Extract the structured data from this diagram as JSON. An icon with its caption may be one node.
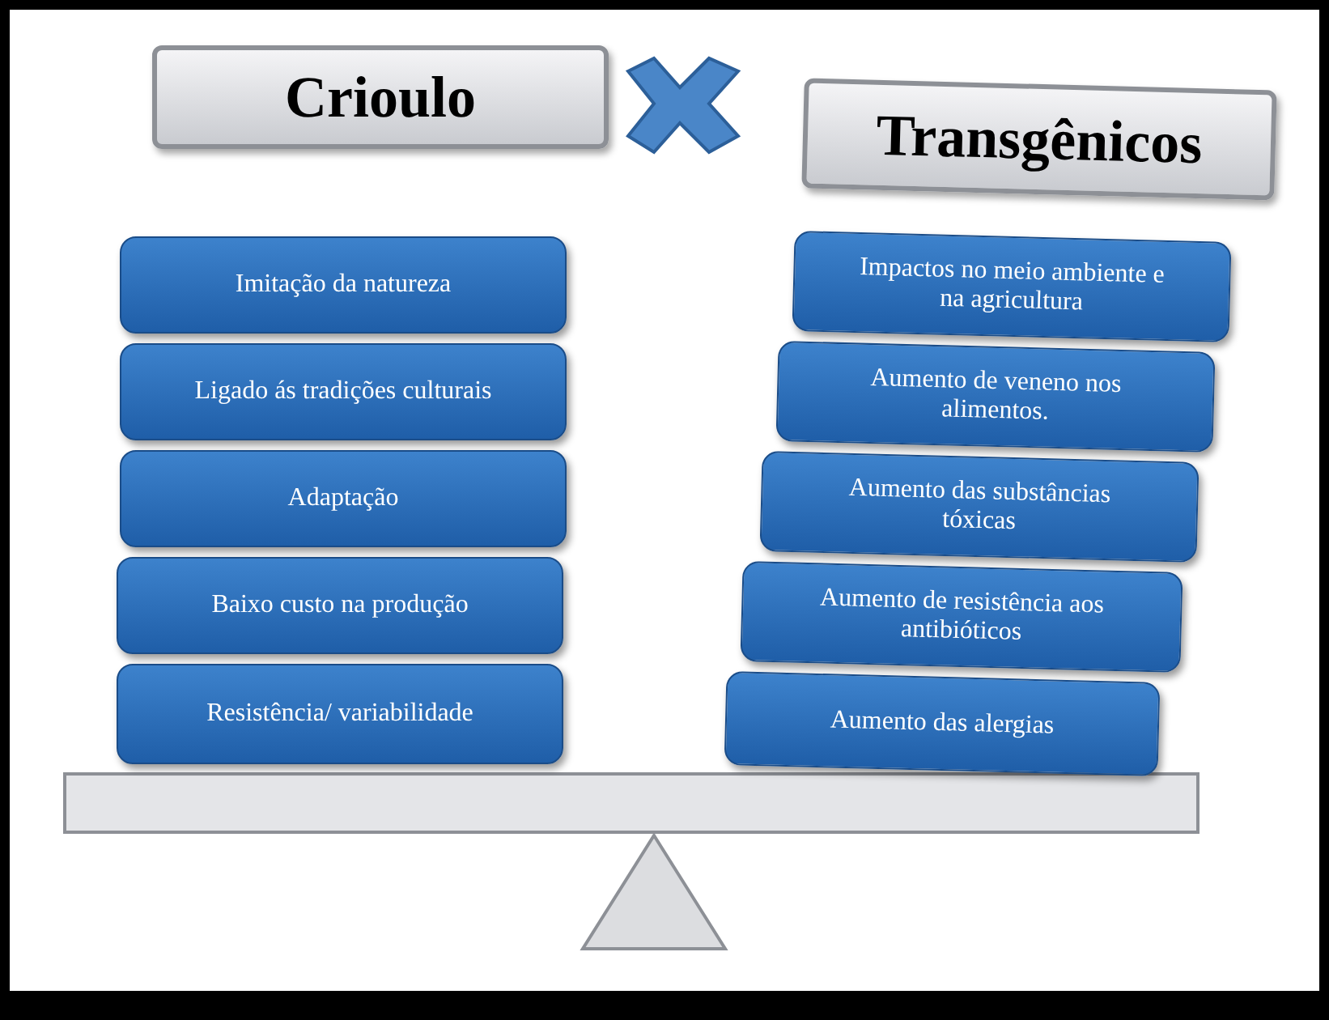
{
  "diagram": {
    "nodes": [
      {
        "text": [
          "Crioulo"
        ]
      },
      {
        "text": [
          "Imitação da natureza"
        ]
      },
      {
        "text": [
          "Ligado ás tradições culturais"
        ]
      },
      {
        "text": [
          "Adaptação"
        ]
      },
      {
        "text": [
          "Baixo custo na produção"
        ]
      },
      {
        "text": [
          "Resistência/ variabilidade"
        ]
      },
      {
        "text": [
          "Transgênicos"
        ]
      },
      {
        "text": [
          "Impactos no meio ambiente e na agricultura"
        ]
      },
      {
        "text": [
          "Aumento de veneno nos alimentos."
        ]
      },
      {
        "text": [
          "Aumento das substâncias tóxicas"
        ]
      },
      {
        "text": [
          "Aumento de resistência aos antibióticos"
        ]
      },
      {
        "text": [
          "Aumento das alergias"
        ]
      }
    ]
  }
}
